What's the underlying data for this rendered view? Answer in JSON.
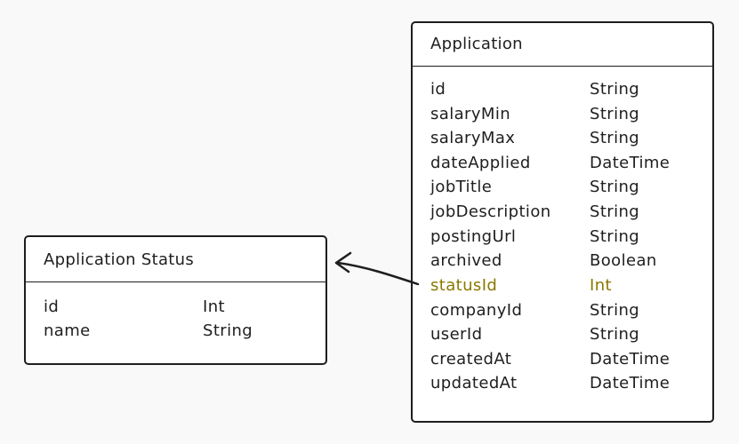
{
  "colors": {
    "background": "#f9f9f9",
    "stroke": "#1e1e1e",
    "highlight": "#ffe60a"
  },
  "entities": {
    "application": {
      "title": "Application",
      "fields": [
        {
          "name": "id",
          "type": "String"
        },
        {
          "name": "salaryMin",
          "type": "String"
        },
        {
          "name": "salaryMax",
          "type": "String"
        },
        {
          "name": "dateApplied",
          "type": "DateTime"
        },
        {
          "name": "jobTitle",
          "type": "String"
        },
        {
          "name": "jobDescription",
          "type": "String"
        },
        {
          "name": "postingUrl",
          "type": "String"
        },
        {
          "name": "archived",
          "type": "Boolean"
        },
        {
          "name": "statusId",
          "type": "Int"
        },
        {
          "name": "companyId",
          "type": "String"
        },
        {
          "name": "userId",
          "type": "String"
        },
        {
          "name": "createdAt",
          "type": "DateTime"
        },
        {
          "name": "updatedAt",
          "type": "DateTime"
        }
      ]
    },
    "application_status": {
      "title": "Application Status",
      "fields": [
        {
          "name": "id",
          "type": "Int"
        },
        {
          "name": "name",
          "type": "String"
        }
      ]
    }
  }
}
